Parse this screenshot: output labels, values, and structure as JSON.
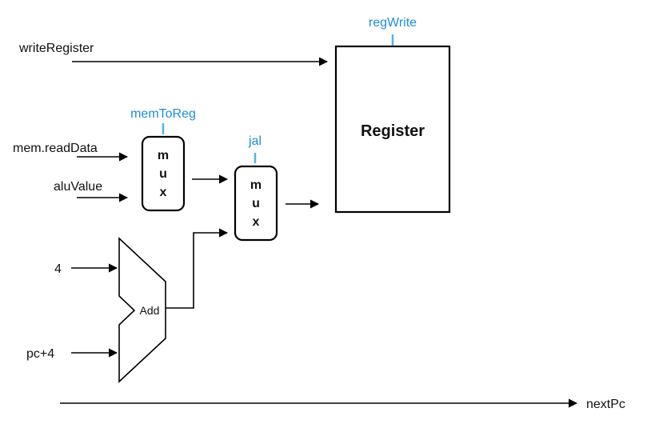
{
  "colors": {
    "control": "#1a8fd6",
    "control_tick": "#4fb3f0",
    "line": "#000000"
  },
  "inputs": {
    "write_register": "writeRegister",
    "mem_read_data": "mem.readData",
    "alu_value": "aluValue",
    "four": "4",
    "pc_plus_4": "pc+4"
  },
  "outputs": {
    "next_pc": "nextPc"
  },
  "controls": {
    "reg_write": "regWrite",
    "mem_to_reg": "memToReg",
    "jal": "jal"
  },
  "blocks": {
    "register": "Register",
    "mux1": [
      "m",
      "u",
      "x"
    ],
    "mux2": [
      "m",
      "u",
      "x"
    ],
    "adder": "Add"
  }
}
